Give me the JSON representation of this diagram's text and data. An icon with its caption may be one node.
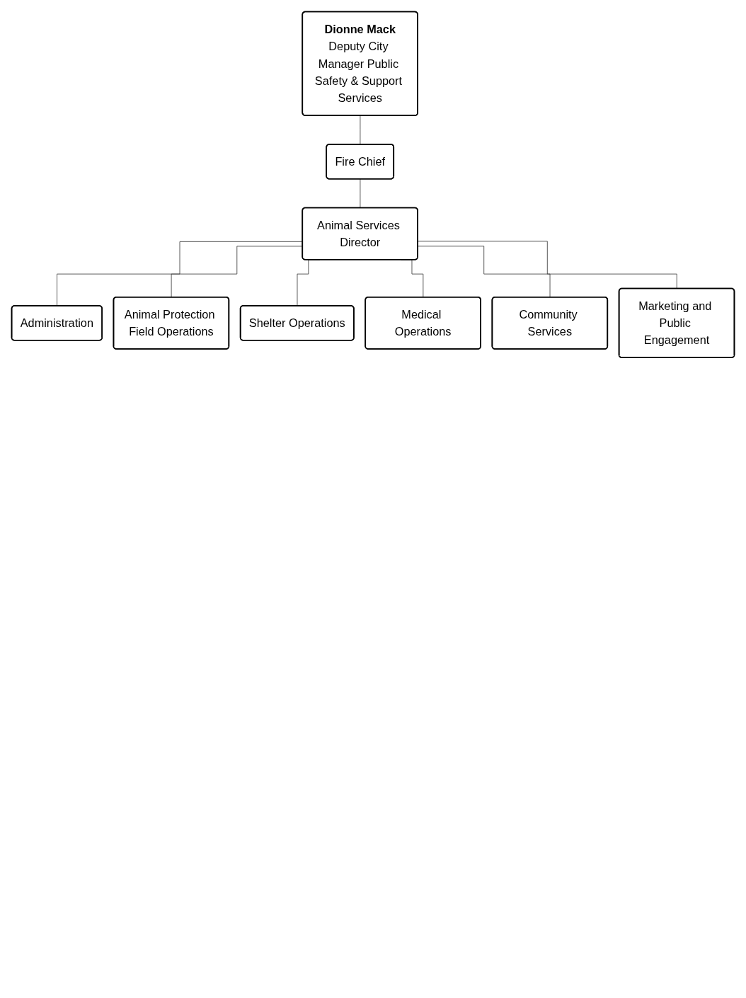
{
  "diagram": {
    "nodes": [
      {
        "text": [
          "Dionne Mack",
          "Deputy City Manager Public Safety & Support Services"
        ]
      },
      {
        "text": [
          "Fire Chief"
        ]
      },
      {
        "text": [
          "Animal Services Director"
        ]
      },
      {
        "text": [
          "Administration"
        ]
      },
      {
        "text": [
          "Animal Protection Field Operations"
        ]
      },
      {
        "text": [
          "Shelter Operations"
        ]
      },
      {
        "text": [
          "Medical Operations"
        ]
      },
      {
        "text": [
          "Community Services"
        ]
      },
      {
        "text": [
          "Marketing and Public Engagement"
        ]
      }
    ],
    "edges": [
      {
        "from": 0,
        "to": 1,
        "arrow": "none"
      },
      {
        "from": 1,
        "to": 2,
        "arrow": "none"
      },
      {
        "from": 2,
        "to": 3,
        "arrow": "none"
      },
      {
        "from": 2,
        "to": 4,
        "arrow": "none"
      },
      {
        "from": 2,
        "to": 5,
        "arrow": "none"
      },
      {
        "from": 2,
        "to": 6,
        "arrow": "none"
      },
      {
        "from": 2,
        "to": 7,
        "arrow": "none"
      },
      {
        "from": 2,
        "to": 8,
        "arrow": "none"
      }
    ]
  }
}
